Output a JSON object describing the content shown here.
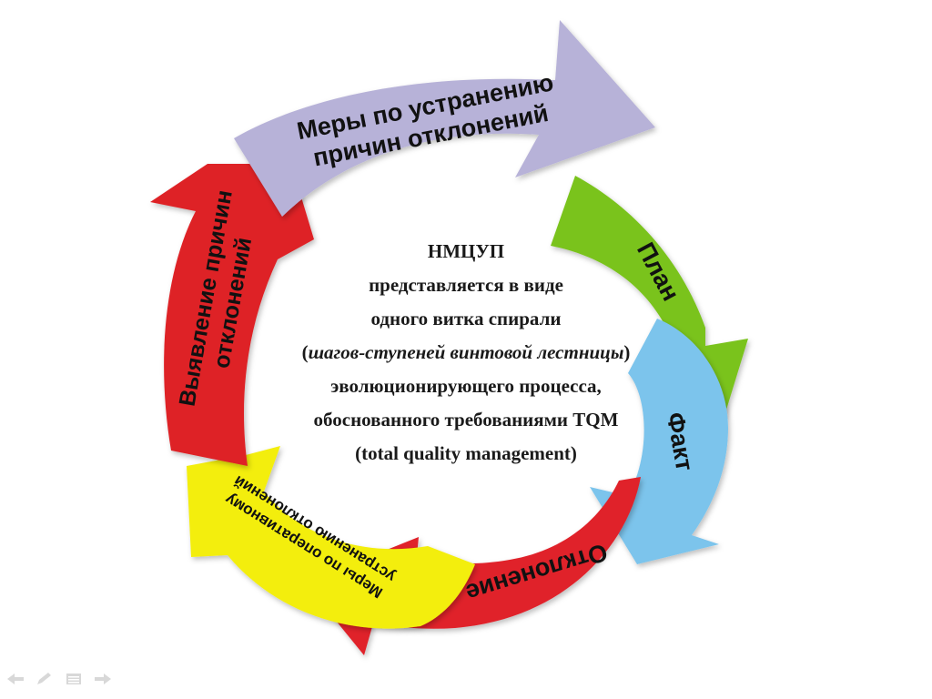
{
  "segments": [
    {
      "id": "measures_root",
      "label_lines": [
        "Меры по устранению",
        "причин отклонений"
      ],
      "color": "#b7b2d8"
    },
    {
      "id": "plan",
      "label_lines": [
        "План"
      ],
      "color": "#7ac31f"
    },
    {
      "id": "fact",
      "label_lines": [
        "Факт"
      ],
      "color": "#7cc4ec"
    },
    {
      "id": "deviation",
      "label_lines": [
        "Отклонение"
      ],
      "color": "#e0202a"
    },
    {
      "id": "operational",
      "label_lines": [
        "Меры по оперативному",
        "устранению отклонений"
      ],
      "color": "#f3ee0a"
    },
    {
      "id": "identify",
      "label_lines": [
        "Выявление причин",
        "отклонений"
      ],
      "color": "#de2327"
    }
  ],
  "center": {
    "line1": "НМЦУП",
    "line2": "представляется в виде",
    "line3": "одного витка спирали",
    "line4_open": "(",
    "line4_italic": "шагов-ступеней винтовой лестницы",
    "line4_close": ")",
    "line5": "эволюционирующего процесса,",
    "line6": "обоснованного требованиями TQM",
    "line7": "(total quality management)"
  },
  "controls": [
    "back-arrow-icon",
    "pen-icon",
    "menu-icon",
    "forward-arrow-icon"
  ]
}
